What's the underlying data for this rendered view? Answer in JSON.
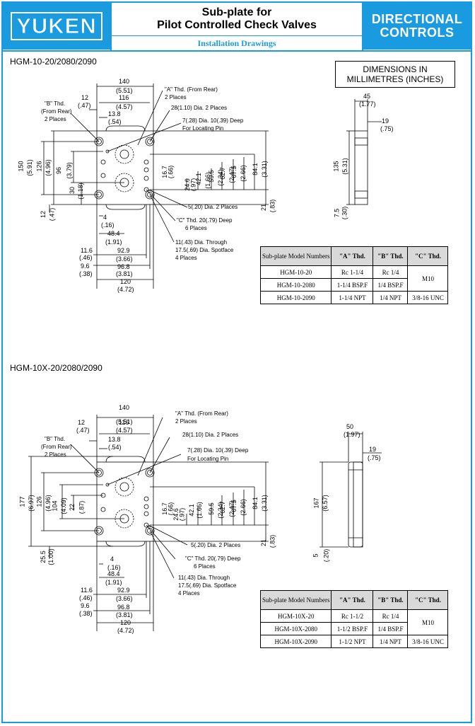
{
  "header": {
    "logo": "YUKEN",
    "title_line1": "Sub-plate for",
    "title_line2": "Pilot Controlled Check Valves",
    "subtitle": "Installation Drawings",
    "category_line1": "DIRECTIONAL",
    "category_line2": "CONTROLS"
  },
  "units_box": {
    "line1": "DIMENSIONS IN",
    "line2": "MILLIMETRES (INCHES)"
  },
  "section1": {
    "title": "HGM-10-20/2080/2090",
    "labels": {
      "a_thd": "\"A\" Thd. (From Rear)",
      "a_places": "2 Places",
      "b_thd": "\"B\" Thd.",
      "b_from": "(From Rear)",
      "b_places": "2 Places",
      "dia28": "28(1.10) Dia. 2 Places",
      "dia7": "7(.28) Dia. 10(.39) Deep",
      "locating": "For Locating Pin",
      "dia5": "5(.20) Dia. 2 Places",
      "c_thd": "\"C\" Thd. 20(.79) Deep",
      "c_places": "6 Places",
      "dia11": "11(.43) Dia. Through",
      "spotface": "17.5(.69) Dia. Spotface",
      "four_places": "4 Places"
    },
    "dims_top": [
      "140",
      "(5.51)",
      "116",
      "(4.57)",
      "12",
      "(.47)",
      "13.8",
      "(.54)"
    ],
    "dims_left": [
      "150",
      "(5.91)",
      "126",
      "(4.96)",
      "96",
      "(3.79)",
      "30",
      "(1.18)",
      "12",
      "(.47)"
    ],
    "dims_right": [
      "16.7",
      "(.66)",
      "24.6",
      "(.97)",
      "42.1",
      "(1.66)",
      "59.5",
      "(2.34)",
      "62.7",
      "(2.47)",
      "67.5",
      "(2.66)",
      "84.1",
      "(3.31)",
      "21",
      "(.83)"
    ],
    "dims_bottom": [
      "4",
      "(.16)",
      "48.4",
      "(1.91)",
      "11.6",
      "(.46)",
      "92.9",
      "(3.66)",
      "9.6",
      "(.38)",
      "96.8",
      "(3.81)",
      "120",
      "(4.72)"
    ],
    "side_dims": [
      "45",
      "(1.77)",
      "19",
      "(.75)",
      "135",
      "(5.31)",
      "7.5",
      "(.30)"
    ],
    "table": {
      "headers": [
        "Sub-plate Model Numbers",
        "\"A\" Thd.",
        "\"B\" Thd.",
        "\"C\" Thd."
      ],
      "rows": [
        [
          "HGM-10-20",
          "Rc 1-1/4",
          "Rc 1/4"
        ],
        [
          "HGM-10-2080",
          "1-1/4 BSP.F",
          "1/4 BSP.F"
        ],
        [
          "HGM-10-2090",
          "1-1/4 NPT",
          "1/4 NPT",
          "3/8-16 UNC"
        ]
      ],
      "c_merged": "M10"
    }
  },
  "section2": {
    "title": "HGM-10X-20/2080/2090",
    "labels": {
      "a_thd": "\"A\" Thd. (From Rear)",
      "a_places": "2 Places",
      "b_thd": "\"B\" Thd.",
      "b_from": "(From Rear)",
      "b_places": "2 Places",
      "dia28": "28(1.10) Dia. 2 Places",
      "dia7": "7(.28) Dia. 10(.39) Deep",
      "locating": "For Locating Pin",
      "dia5": "5(.20) Dia. 2 Places",
      "c_thd": "\"C\" Thd. 20(.79) Deep",
      "c_places": "6 Places",
      "dia11": "11(.43) Dia. Through",
      "spotface": "17.5(.69) Dia. Spotface",
      "four_places": "4 Places"
    },
    "dims_top": [
      "140",
      "(5.51)",
      "116",
      "(4.57)",
      "12",
      "(.47)",
      "13.8",
      "(.54)"
    ],
    "dims_left": [
      "177",
      "(6.97)",
      "126",
      "(4.96)",
      "104",
      "(4.09)",
      "22",
      "(.87)",
      "25.5",
      "(1.00)"
    ],
    "dims_right": [
      "16.7",
      "(.66)",
      "24.6",
      "(.97)",
      "42.1",
      "(1.66)",
      "59.5",
      "(2.34)",
      "62.7",
      "(2.47)",
      "67.5",
      "(2.66)",
      "84.1",
      "(3.31)",
      "21",
      "(.83)"
    ],
    "dims_bottom": [
      "4",
      "(.16)",
      "48.4",
      "(1.91)",
      "11.6",
      "(.46)",
      "92.9",
      "(3.66)",
      "9.6",
      "(.38)",
      "96.8",
      "(3.81)",
      "120",
      "(4.72)"
    ],
    "side_dims": [
      "50",
      "(1.97)",
      "19",
      "(.75)",
      "167",
      "(6.57)",
      "5",
      "(.20)"
    ],
    "table": {
      "headers": [
        "Sub-plate Model Numbers",
        "\"A\" Thd.",
        "\"B\" Thd.",
        "\"C\" Thd."
      ],
      "rows": [
        [
          "HGM-10X-20",
          "Rc 1-1/2",
          "Rc 1/4"
        ],
        [
          "HGM-10X-2080",
          "1-1/2 BSP.F",
          "1/4 BSP.F"
        ],
        [
          "HGM-10X-2090",
          "1-1/2 NPT",
          "1/4 NPT",
          "3/8-16 UNC"
        ]
      ],
      "c_merged": "M10"
    }
  },
  "colors": {
    "brand": "#1a9be0",
    "table_header": "#d9d9d9"
  }
}
